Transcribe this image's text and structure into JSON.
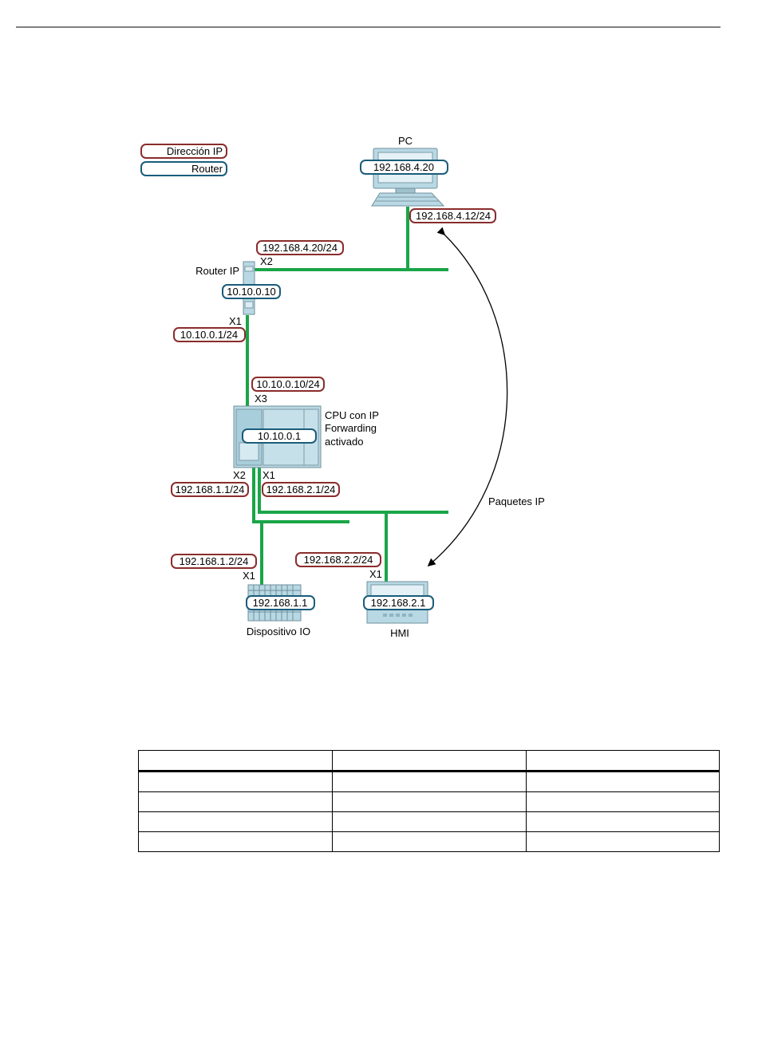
{
  "legend": {
    "ip_address": "Dirección IP",
    "router": "Router"
  },
  "pc": {
    "title": "PC",
    "router_ip": "192.168.4.20",
    "ip": "192.168.4.12/24"
  },
  "router_ip_device": {
    "title": "Router IP",
    "router_ip": "10.10.0.10",
    "x2_label": "X2",
    "x2_ip": "192.168.4.20/24",
    "x1_label": "X1",
    "x1_ip": "10.10.0.1/24"
  },
  "cpu": {
    "title_line1": "CPU con IP",
    "title_line2": "Forwarding",
    "title_line3": "activado",
    "router_ip": "10.10.0.1",
    "x3_label": "X3",
    "x3_ip": "10.10.0.10/24",
    "x2_label": "X2",
    "x2_ip": "192.168.1.1/24",
    "x1_label": "X1",
    "x1_ip": "192.168.2.1/24"
  },
  "io_device": {
    "title": "Dispositivo IO",
    "router_ip": "192.168.1.1",
    "x1_label": "X1",
    "ip": "192.168.1.2/24"
  },
  "hmi": {
    "title": "HMI",
    "router_ip": "192.168.2.1",
    "x1_label": "X1",
    "ip": "192.168.2.2/24"
  },
  "arrow_label": "Paquetes IP",
  "colors": {
    "network_line": "#1aa548",
    "ip_box": "#8b2c2c",
    "router_box": "#1a5c7a",
    "device": "#b8d8e4"
  }
}
